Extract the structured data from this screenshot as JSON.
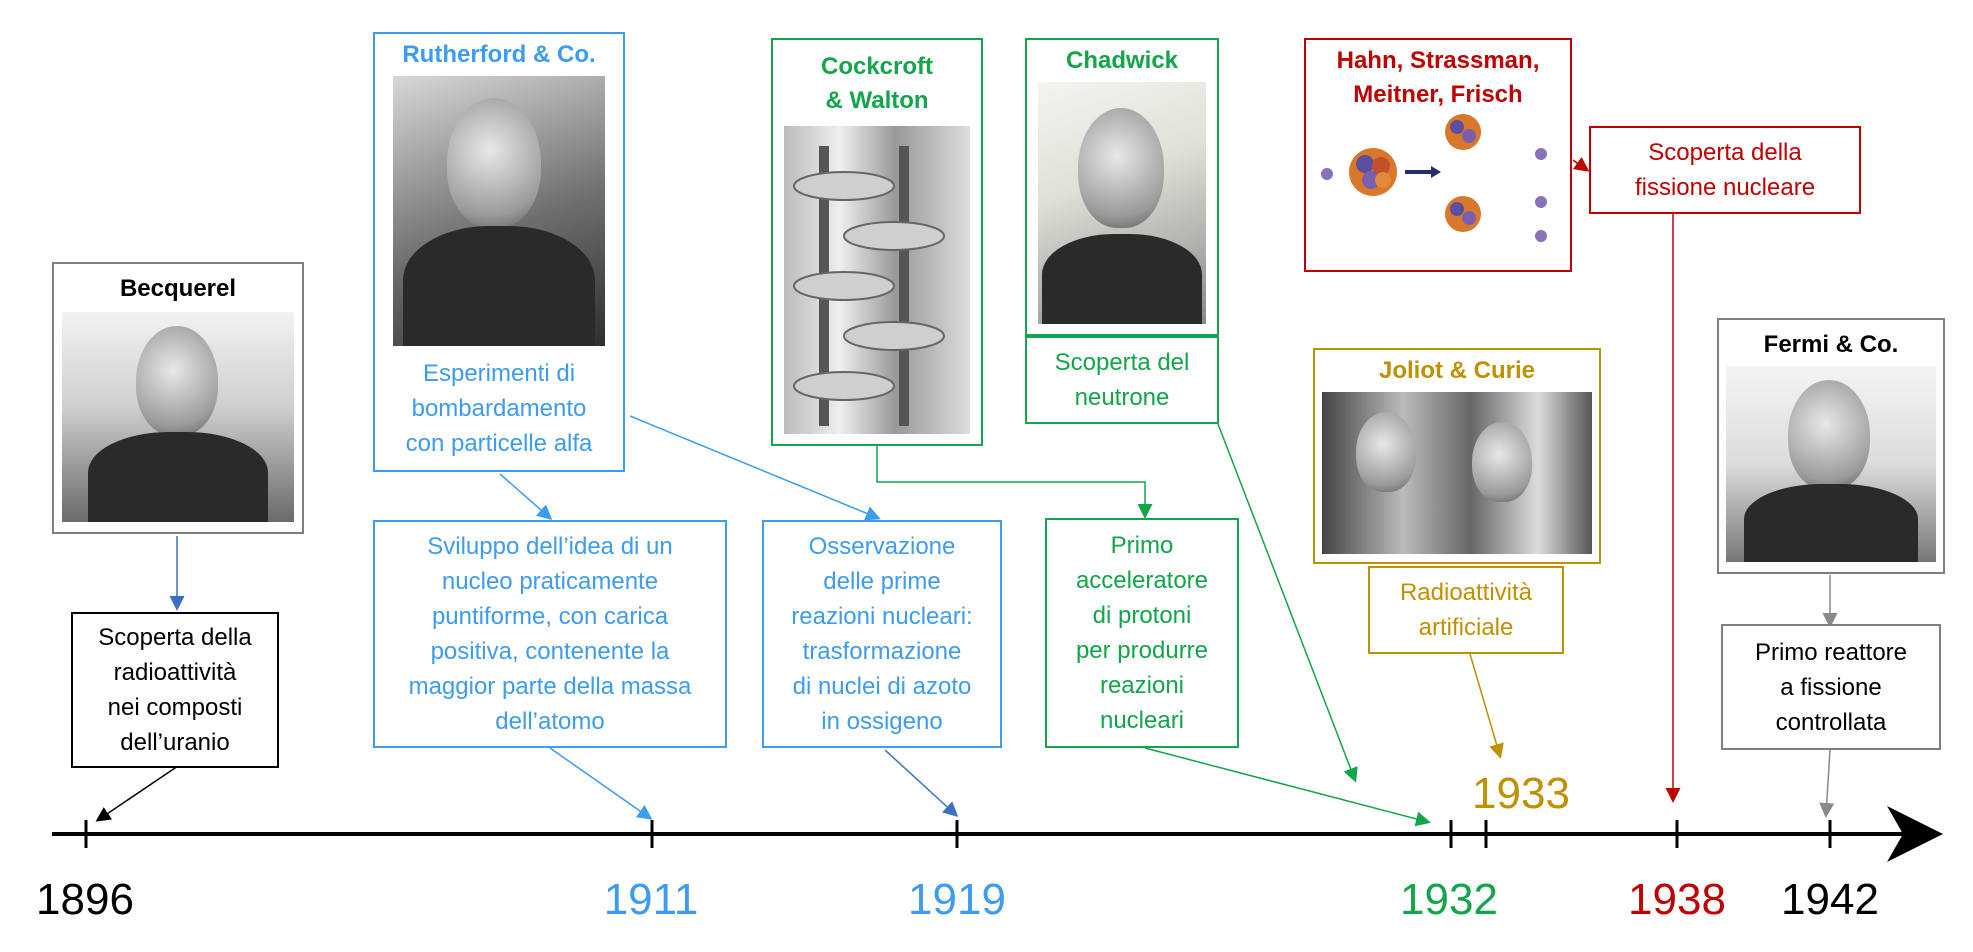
{
  "colors": {
    "blue": "#3d9bf0",
    "green": "#12a54a",
    "red": "#c00000",
    "gold": "#c09000",
    "gray": "#777777",
    "black": "#000000"
  },
  "events": {
    "becquerel": {
      "name": "Becquerel",
      "text": [
        "Scoperta della",
        "radioattività",
        "nei composti",
        "dell’uranio"
      ],
      "year": "1896"
    },
    "rutherford": {
      "name": "Rutherford & Co.",
      "text": [
        "Esperimenti di",
        "bombardamento",
        "con particelle alfa"
      ],
      "idea": [
        "Sviluppo dell’idea di un",
        "nucleo praticamente",
        "puntiforme, con carica",
        "positiva, contenente la",
        "maggior parte della massa",
        "dell’atomo"
      ],
      "year": "1911"
    },
    "reactions": {
      "text": [
        "Osservazione",
        "delle prime",
        "reazioni nucleari:",
        "trasformazione",
        "di nuclei di azoto",
        "in ossigeno"
      ],
      "year": "1919"
    },
    "cockcroft": {
      "name": [
        "Cockcroft",
        "& Walton"
      ],
      "text": [
        "Primo",
        "acceleratore",
        "di protoni",
        "per produrre",
        "reazioni",
        "nucleari"
      ]
    },
    "chadwick": {
      "name": "Chadwick",
      "text": [
        "Scoperta del",
        "neutrone"
      ],
      "year": "1932"
    },
    "joliot": {
      "name": "Joliot & Curie",
      "text": [
        "Radioattività",
        "artificiale"
      ],
      "year": "1933"
    },
    "hahn": {
      "name": [
        "Hahn, Strassman,",
        "Meitner, Frisch"
      ],
      "text": [
        "Scoperta della",
        "fissione nucleare"
      ],
      "year": "1938"
    },
    "fermi": {
      "name": "Fermi & Co.",
      "text": [
        "Primo reattore",
        "a fissione",
        "controllata"
      ],
      "year": "1942"
    }
  }
}
